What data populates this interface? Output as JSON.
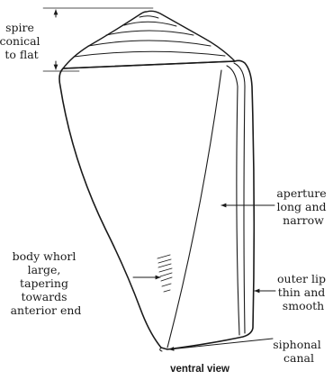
{
  "labels": {
    "spire": [
      "spire",
      "conical",
      "to flat"
    ],
    "aperture": [
      "aperture",
      "long and",
      "narrow"
    ],
    "body_whorl": [
      "body whorl",
      "large,",
      "tapering",
      "towards",
      "anterior end"
    ],
    "outer_lip": [
      "outer lip",
      "thin and",
      "smooth"
    ],
    "siphonal": [
      "siphonal",
      "canal"
    ]
  },
  "caption": "ventral view"
}
